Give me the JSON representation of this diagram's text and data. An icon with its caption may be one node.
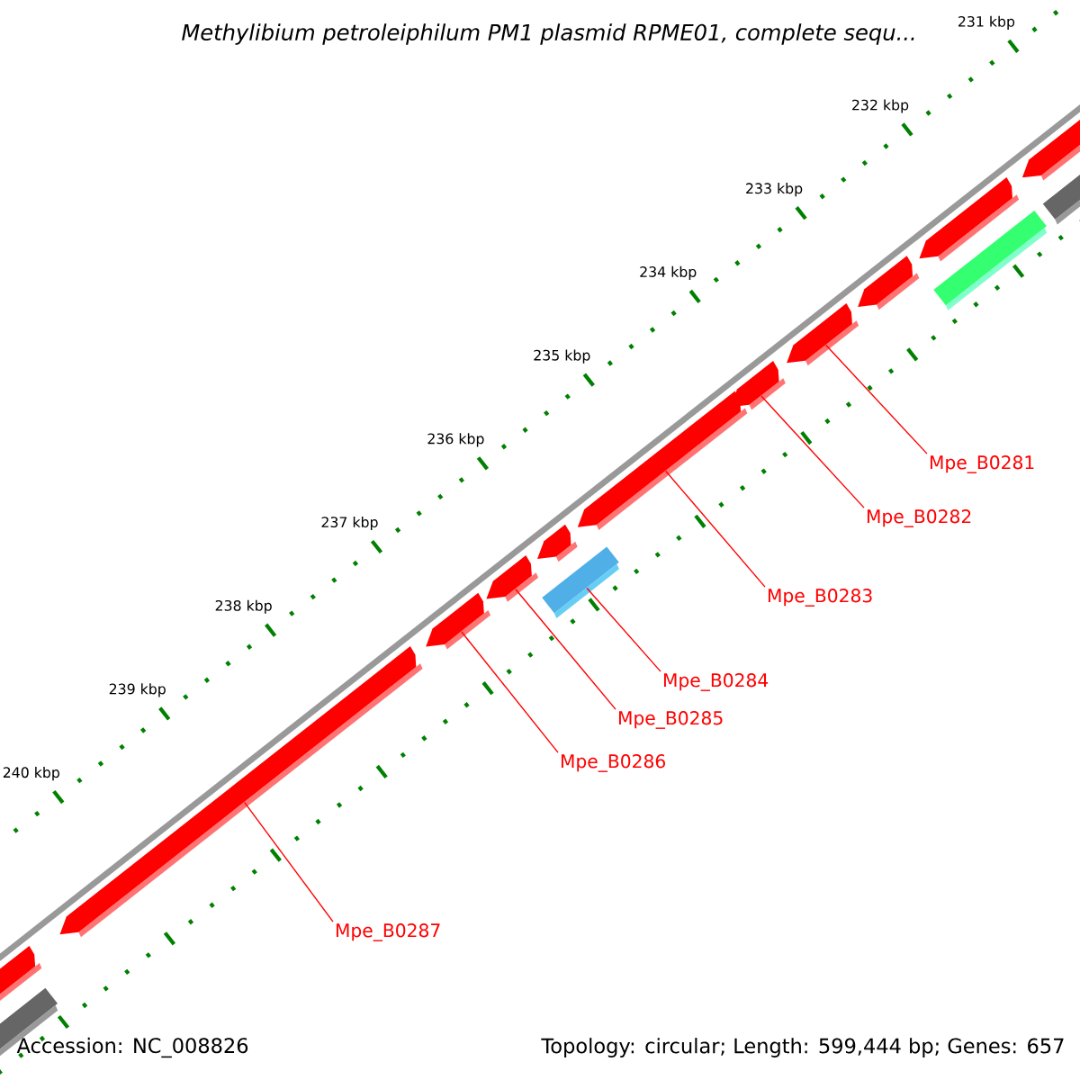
{
  "diagram": {
    "title": "Methylibium petroleiphilum PM1 plasmid RPME01, complete sequ...",
    "nodes": [
      {
        "text": [
          "Mpe_B0281"
        ]
      },
      {
        "text": [
          "Mpe_B0282"
        ]
      },
      {
        "text": [
          "Mpe_B0283"
        ]
      },
      {
        "text": [
          "Mpe_B0284"
        ]
      },
      {
        "text": [
          "Mpe_B0285"
        ]
      },
      {
        "text": [
          "Mpe_B0286"
        ]
      },
      {
        "text": [
          "Mpe_B0287"
        ]
      },
      {
        "text": [],
        "shape": "bar"
      },
      {
        "text": [],
        "shape": "arrow"
      },
      {
        "text": [],
        "shape": "arrow"
      },
      {
        "text": [],
        "shape": "arrow"
      },
      {
        "text": [],
        "shape": "arrow"
      },
      {
        "text": [],
        "shape": "bar"
      },
      {
        "text": [],
        "shape": "arrow"
      },
      {
        "text": [],
        "shape": "arrow"
      },
      {
        "text": [],
        "shape": "arrow"
      },
      {
        "text": [],
        "shape": "arrow"
      },
      {
        "text": [],
        "shape": "arrow"
      },
      {
        "text": [],
        "shape": "bar"
      },
      {
        "text": [],
        "shape": "arrow"
      },
      {
        "text": [],
        "shape": "arrow"
      },
      {
        "text": [],
        "shape": "bar"
      }
    ],
    "edges": [
      {
        "from": 0,
        "to": 16,
        "arrow": "none"
      },
      {
        "from": 1,
        "to": 15,
        "arrow": "none"
      },
      {
        "from": 2,
        "to": 14,
        "arrow": "none"
      },
      {
        "from": 3,
        "to": 12,
        "arrow": "none"
      },
      {
        "from": 4,
        "to": 11,
        "arrow": "none"
      },
      {
        "from": 5,
        "to": 10,
        "arrow": "none"
      },
      {
        "from": 6,
        "to": 9,
        "arrow": "none"
      }
    ],
    "labels": [
      "231 kbp",
      "232 kbp",
      "233 kbp",
      "234 kbp",
      "235 kbp",
      "236 kbp",
      "237 kbp",
      "238 kbp",
      "239 kbp",
      "240 kbp",
      "Accession: NC_008826",
      "Topology: circular; Length: 599,444 bp; Genes: 657"
    ]
  }
}
